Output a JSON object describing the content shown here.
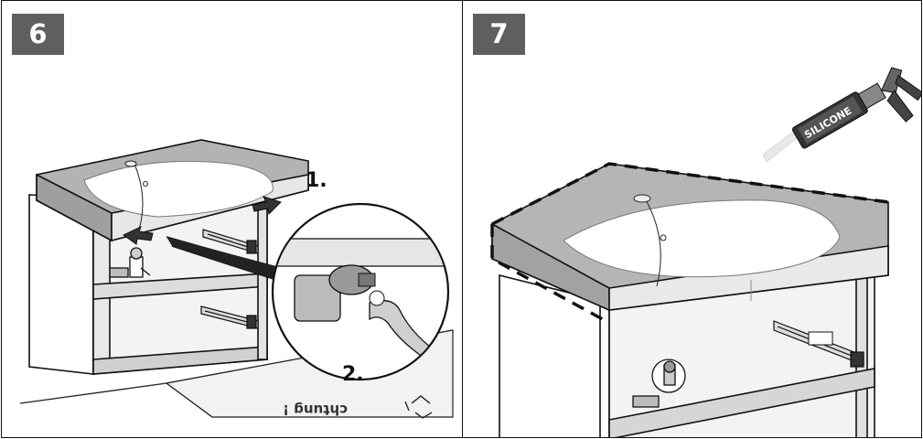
{
  "steps": [
    {
      "number": "6",
      "callouts": [
        "1.",
        "2."
      ],
      "box_text": "chtung !"
    },
    {
      "number": "7",
      "cartridge_label": "SILICONE"
    }
  ]
}
